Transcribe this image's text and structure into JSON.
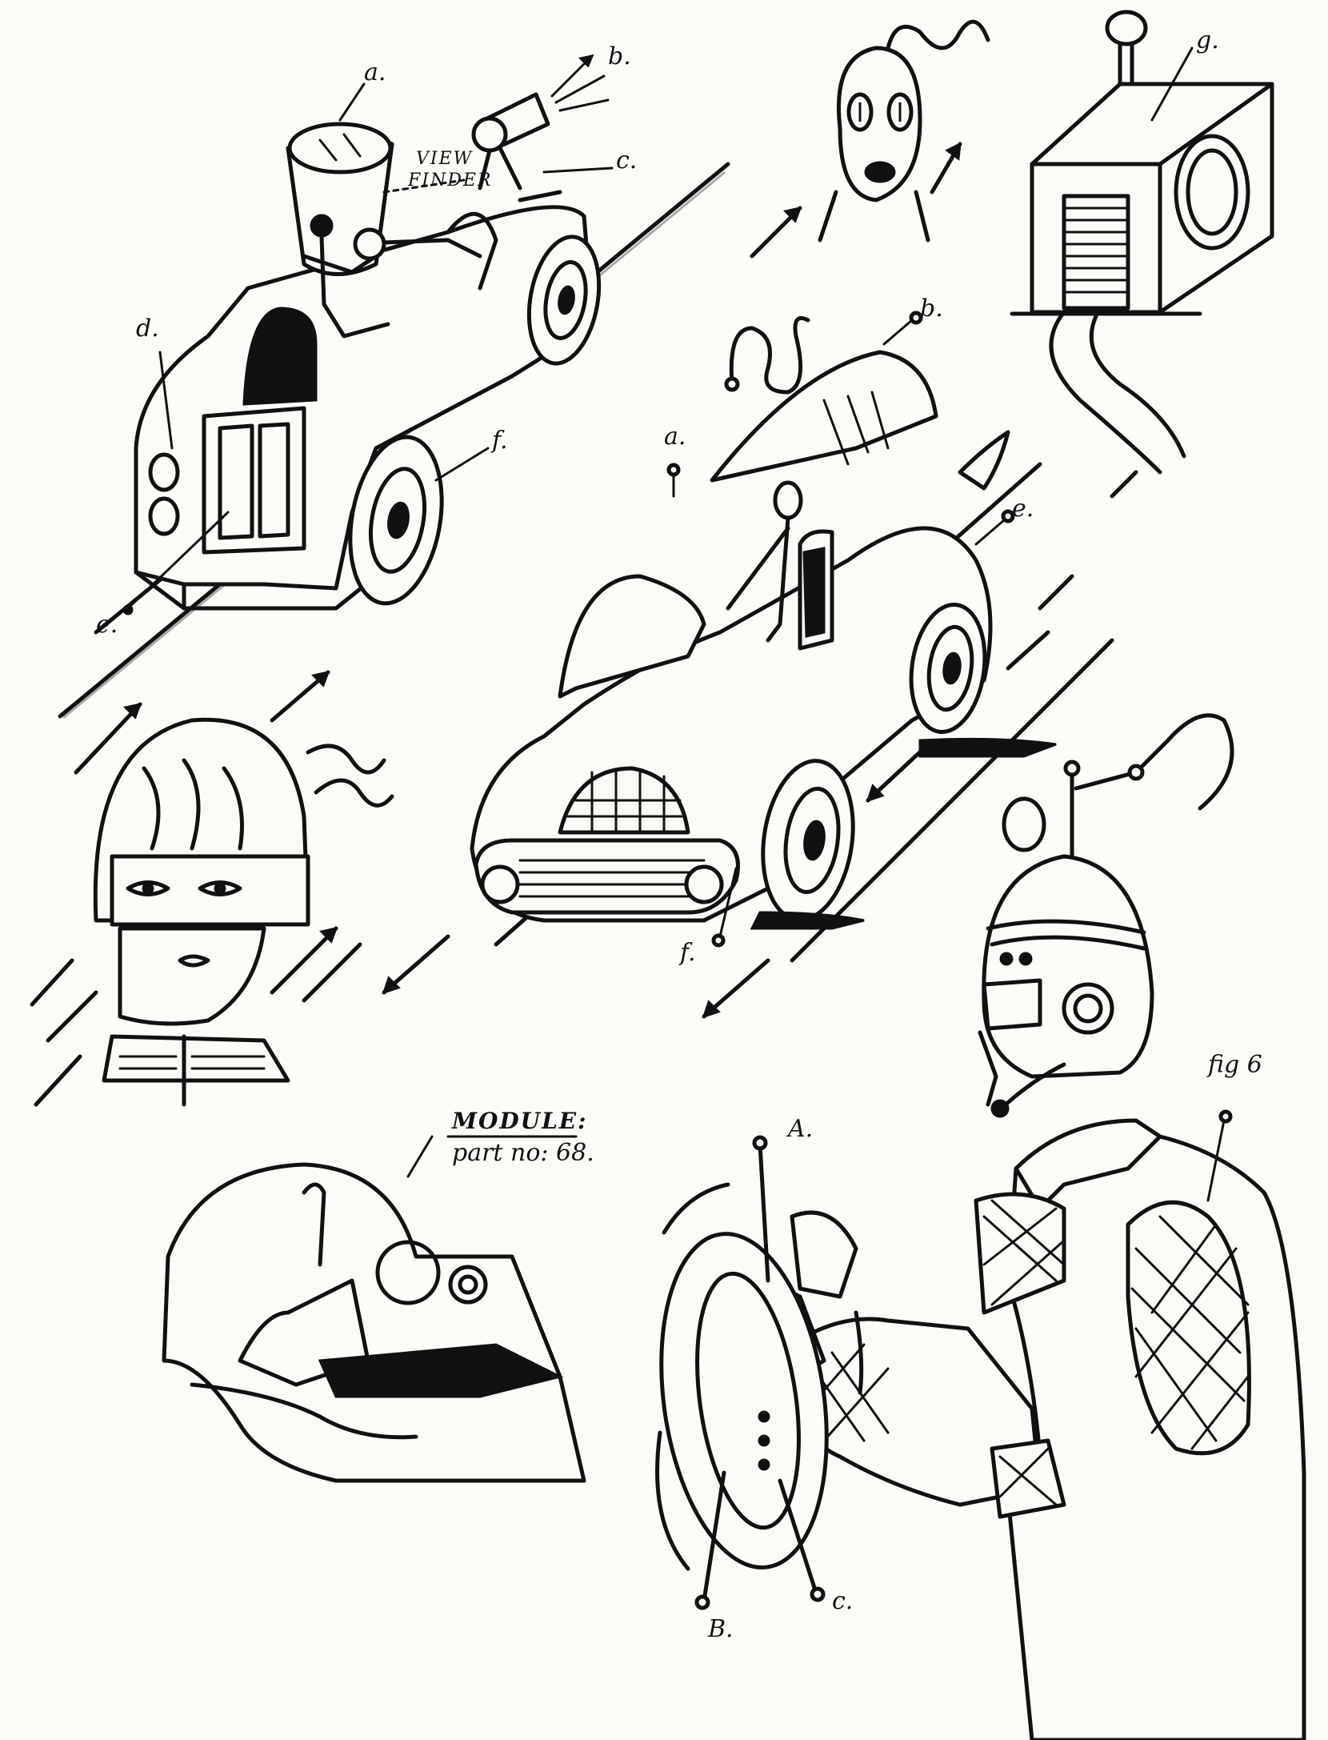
{
  "labels": {
    "car1": {
      "a": "a.",
      "b": "b.",
      "c": "c.",
      "d": "d.",
      "e": "e.",
      "f": "f.",
      "viewfinder_1": "VIEW",
      "viewfinder_2": "FINDER"
    },
    "box": {
      "g": "g."
    },
    "car2": {
      "a": "a.",
      "b": "b.",
      "e": "e.",
      "f": "f."
    },
    "module": {
      "title": "MODULE:",
      "part": "part no: 68."
    },
    "fig6": {
      "fig": "fig 6",
      "A": "A.",
      "B": "B.",
      "C": "c."
    }
  },
  "icons": [
    "car-drawing",
    "face-drawing",
    "box-drawing",
    "sports-car-drawing",
    "helmet-head-drawing",
    "module-cockpit-drawing",
    "driver-drawing",
    "steering-wheel-drawing",
    "arrow-icon"
  ]
}
